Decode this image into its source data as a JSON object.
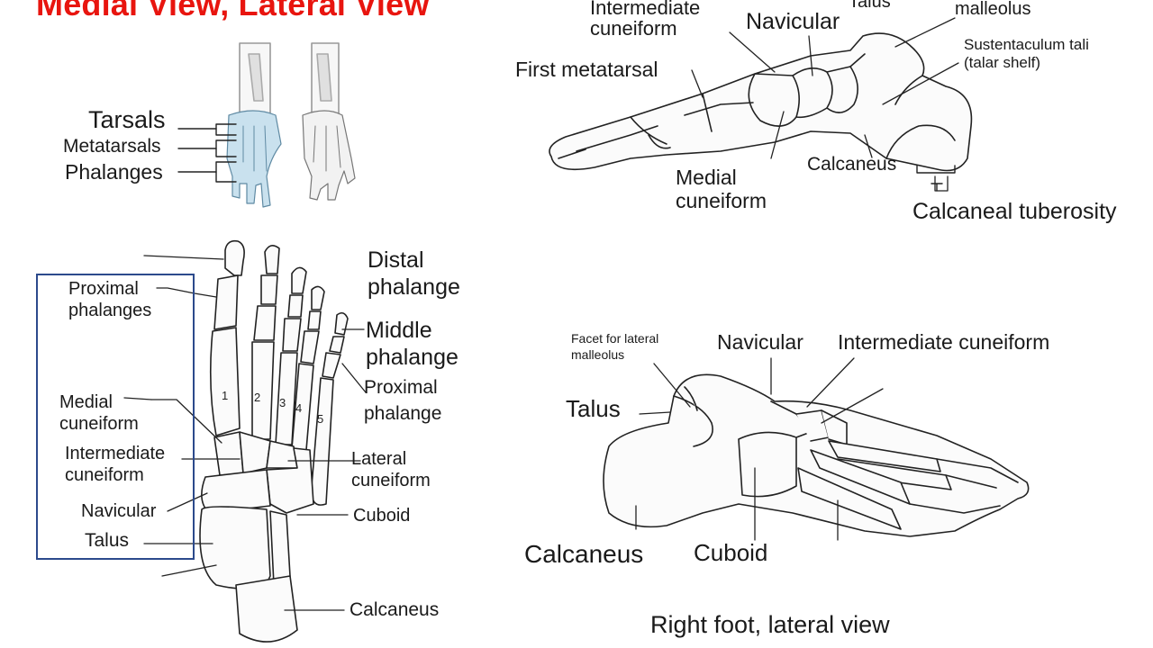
{
  "title": "Medial View, Lateral View",
  "overview": {
    "tarsals": "Tarsals",
    "metatarsals": "Metatarsals",
    "phalanges": "Phalanges"
  },
  "medial_view": {
    "talus": "Talus",
    "malleolus": "malleolus",
    "intermediate_cuneiform": "Intermediate cuneiform",
    "navicular": "Navicular",
    "sustentaculum": "Sustentaculum tali (talar shelf)",
    "first_metatarsal": "First metatarsal",
    "calcaneus": "Calcaneus",
    "medial_cuneiform": "Medial cuneiform",
    "calcaneal_tuberosity": "Calcaneal tuberosity"
  },
  "dorsal_view": {
    "proximal_phalanges": "Proximal phalanges",
    "medial_cuneiform": "Medial cuneiform",
    "intermediate_cuneiform": "Intermediate cuneiform",
    "navicular": "Navicular",
    "talus": "Talus",
    "distal_phalange": "Distal phalange",
    "middle_phalange": "Middle phalange",
    "proximal_phalange": "Proximal phalange",
    "lateral_cuneiform": "Lateral cuneiform",
    "cuboid": "Cuboid",
    "calcaneus": "Calcaneus",
    "digit_numbers": [
      "1",
      "2",
      "3",
      "4",
      "5"
    ]
  },
  "lateral_view": {
    "facet": "Facet for lateral malleolus",
    "navicular": "Navicular",
    "intermediate_cuneiform": "Intermediate cuneiform",
    "talus": "Talus",
    "calcaneus": "Calcaneus",
    "cuboid": "Cuboid",
    "caption": "Right foot, lateral view"
  }
}
